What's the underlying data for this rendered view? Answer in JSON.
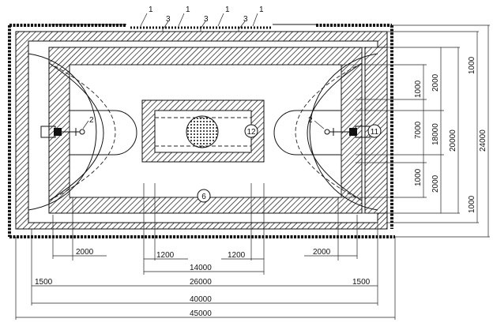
{
  "labels": {
    "light1_a": "1",
    "light1_b": "1",
    "light1_c": "1",
    "light1_d": "1",
    "light3_a": "3",
    "light3_b": "3",
    "light3_c": "3",
    "hoop_left": "2",
    "hoop_right": "2",
    "marker_6": "6",
    "marker_12": "12",
    "marker_11": "11"
  },
  "dims_bottom": {
    "d2000_left": "2000",
    "d1200_left": "1200",
    "d1200_right": "1200",
    "d2000_right": "2000",
    "d14000": "14000",
    "d1500_left": "1500",
    "d26000": "26000",
    "d1500_right": "1500",
    "d40000": "40000",
    "d45000": "45000"
  },
  "dims_right": {
    "d1000_top_inner": "1000",
    "d2000_top": "2000",
    "d1000_top_outer": "1000",
    "d7000": "7000",
    "d18000": "18000",
    "d20000": "20000",
    "d24000": "24000",
    "d1000_bottom_inner": "1000",
    "d2000_bottom": "2000",
    "d1000_bottom_outer": "1000"
  }
}
